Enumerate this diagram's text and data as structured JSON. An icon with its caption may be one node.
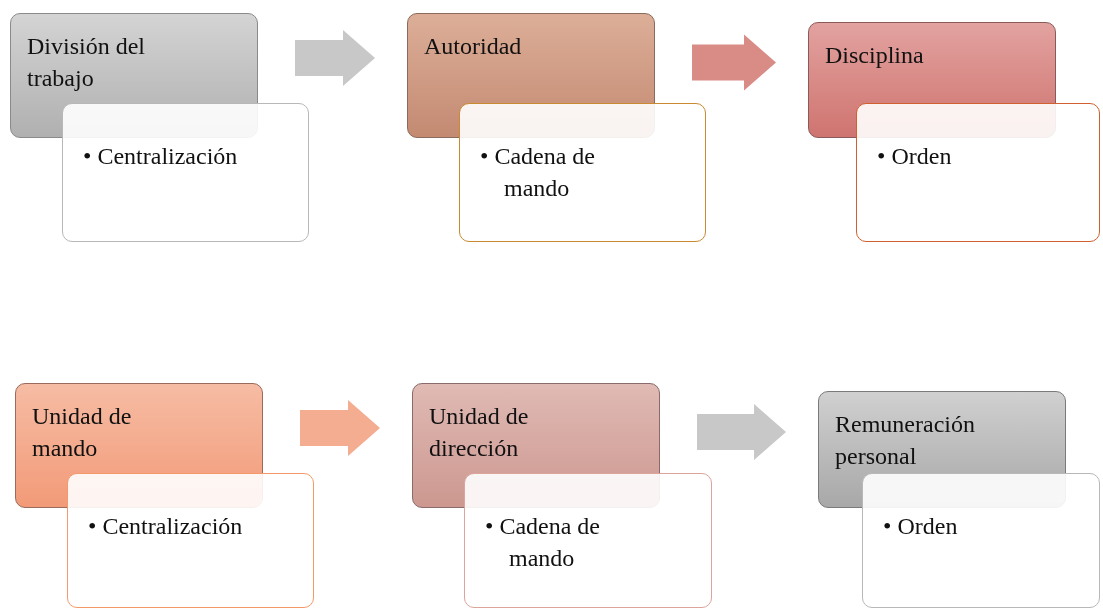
{
  "diagram": {
    "nodes": [
      {
        "text": [
          "División del trabajo"
        ]
      },
      {
        "text": [
          "• Centralización"
        ]
      },
      {
        "text": [
          "Autoridad"
        ]
      },
      {
        "text": [
          "• Cadena de mando"
        ]
      },
      {
        "text": [
          "Disciplina"
        ]
      },
      {
        "text": [
          "• Orden"
        ]
      },
      {
        "text": [
          "Unidad de mando"
        ]
      },
      {
        "text": [
          "• Centralización"
        ]
      },
      {
        "text": [
          "Unidad de dirección"
        ]
      },
      {
        "text": [
          "• Cadena de mando"
        ]
      },
      {
        "text": [
          "Remuneración personal"
        ]
      },
      {
        "text": [
          "• Orden"
        ]
      }
    ],
    "edges": [
      {
        "from": 0,
        "to": 2,
        "arrow": "to"
      },
      {
        "from": 2,
        "to": 4,
        "arrow": "to",
        "color": "#d98c85"
      },
      {
        "from": 6,
        "to": 8,
        "arrow": "to",
        "color": "#f4ad90"
      },
      {
        "from": 8,
        "to": 10,
        "arrow": "to"
      }
    ]
  }
}
